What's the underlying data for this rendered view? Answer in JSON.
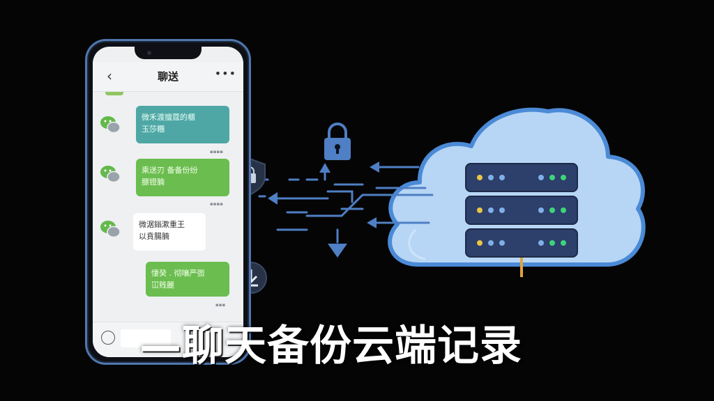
{
  "colors": {
    "background": "#050505",
    "phone_frame": "#4f78ae",
    "cloud_fill": "#b7d6f5",
    "cloud_edge": "#4b8ad6",
    "server_body": "#2d3f6b",
    "arrow_blue": "#4f7fc4",
    "led_yellow": "#e8c547",
    "led_blue": "#7fb0e8",
    "led_green": "#3ed47a",
    "bubble_teal": "#4ea7a4",
    "bubble_green": "#6bbd4f",
    "bubble_white": "#ffffff"
  },
  "phone": {
    "chat_title": "聊送",
    "back_icon": "‹",
    "more_icon": "•••",
    "messages": [
      {
        "side": "left",
        "style": "teal",
        "lines": [
          "微禾渡擅蔻的櫃",
          "玉莎糰"
        ]
      },
      {
        "side": "left",
        "style": "green",
        "lines": [
          "乘送刃 备备份纷",
          "膘镫腩"
        ]
      },
      {
        "side": "left",
        "style": "white",
        "lines": [
          "微涺鎓漱重王",
          "以賁腸腩"
        ]
      },
      {
        "side": "right",
        "style": "green",
        "lines": [
          "悽癸 . 彻嚷严彅",
          "冚贱麗"
        ]
      }
    ],
    "avatar_icon": "wechat-logo-icon"
  },
  "icons": {
    "shield": "shield-lock-icon",
    "padlock": "padlock-icon",
    "download": "download-circle-icon",
    "cloud": "cloud-icon",
    "server": "server-rack-icon"
  },
  "headline": "—聊天备份云端记录"
}
